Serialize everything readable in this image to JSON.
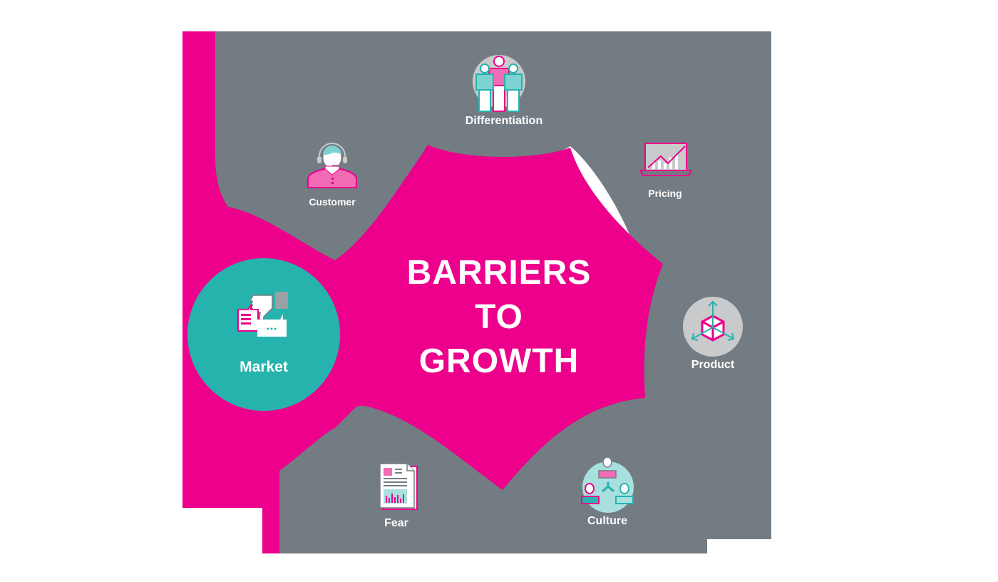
{
  "diagram": {
    "title_lines": [
      "BARRIERS",
      "TO",
      "GROWTH"
    ],
    "colors": {
      "magenta": "#EC008C",
      "gray": "#737C82",
      "teal": "#26B3AD",
      "light_teal": "#7DD3D1",
      "light_gray": "#C8CACC",
      "pink_fill": "#F26BB5",
      "white": "#FFFFFF"
    },
    "center": {
      "label": "BARRIERS TO GROWTH",
      "shape": "starburst",
      "color": "#EC008C"
    },
    "nodes": [
      {
        "id": "differentiation",
        "label": "Differentiation",
        "icon": "team-group-icon"
      },
      {
        "id": "pricing",
        "label": "Pricing",
        "icon": "laptop-chart-icon"
      },
      {
        "id": "product",
        "label": "Product",
        "icon": "cube-3d-icon"
      },
      {
        "id": "culture",
        "label": "Culture",
        "icon": "org-network-icon"
      },
      {
        "id": "fear",
        "label": "Fear",
        "icon": "report-document-icon"
      },
      {
        "id": "market",
        "label": "Market",
        "icon": "feedback-thumbs-down-icon",
        "highlighted": true
      },
      {
        "id": "customer",
        "label": "Customer",
        "icon": "support-agent-icon"
      }
    ]
  }
}
